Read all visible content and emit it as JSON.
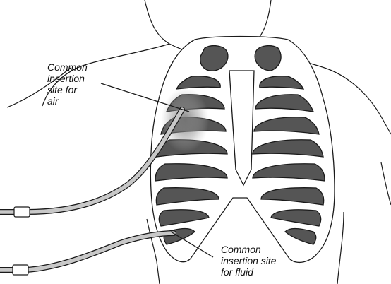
{
  "labels": {
    "air": [
      "Common",
      "insertion",
      "site for",
      "air"
    ],
    "fluid": [
      "Common",
      "insertion site",
      "for fluid"
    ]
  },
  "colors": {
    "outline": "#1a1a1a",
    "rib_fill": "#555555",
    "bone": "#ffffff",
    "tube": "#c8c8c8",
    "stipple": "#888888"
  }
}
